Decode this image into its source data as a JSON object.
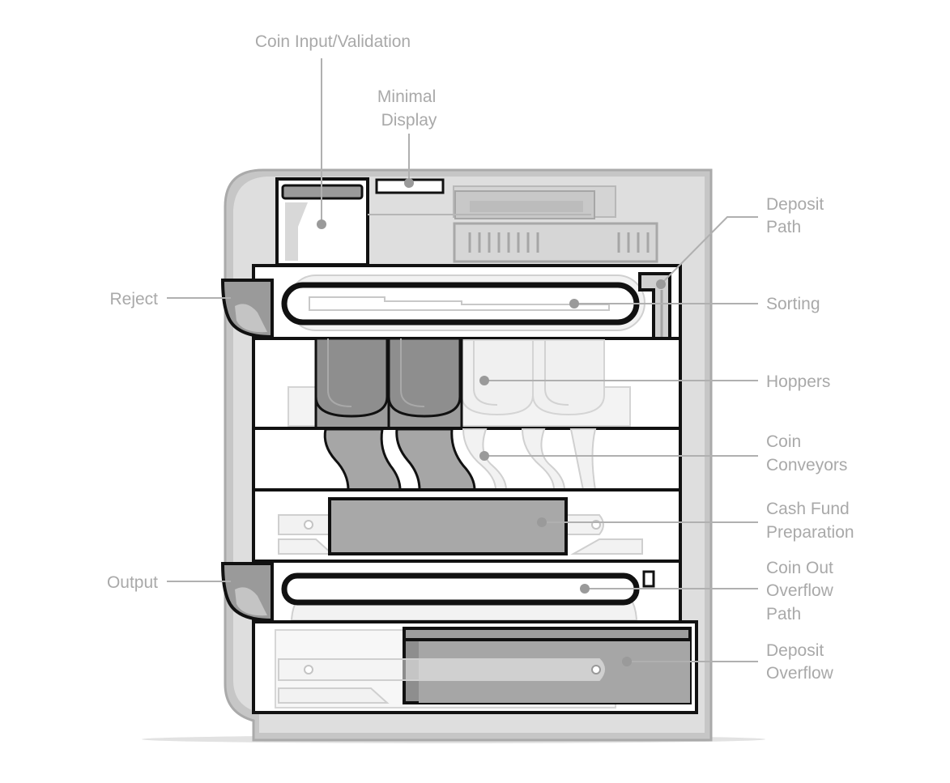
{
  "labels": {
    "coin_input": "Coin Input/Validation",
    "minimal_display": [
      "Minimal",
      "Display"
    ],
    "deposit_path": [
      "Deposit",
      "Path"
    ],
    "reject": "Reject",
    "sorting": "Sorting",
    "hoppers": "Hoppers",
    "coin_conveyors": [
      "Coin",
      "Conveyors"
    ],
    "cash_fund_preparation": [
      "Cash Fund",
      "Preparation"
    ],
    "output": "Output",
    "coin_out_overflow_path": [
      "Coin Out",
      "Overflow",
      "Path"
    ],
    "deposit_overflow": [
      "Deposit",
      "Overflow"
    ]
  },
  "colors": {
    "label_text": "#a9a9a9",
    "leader_line": "#b0b0b0",
    "outline": "#111111",
    "cabinet_gray": "#c4c4c4",
    "dark_fill": "#8c8c8c",
    "mid_fill": "#a8a8a8",
    "faint_line": "#d2d2d2"
  }
}
